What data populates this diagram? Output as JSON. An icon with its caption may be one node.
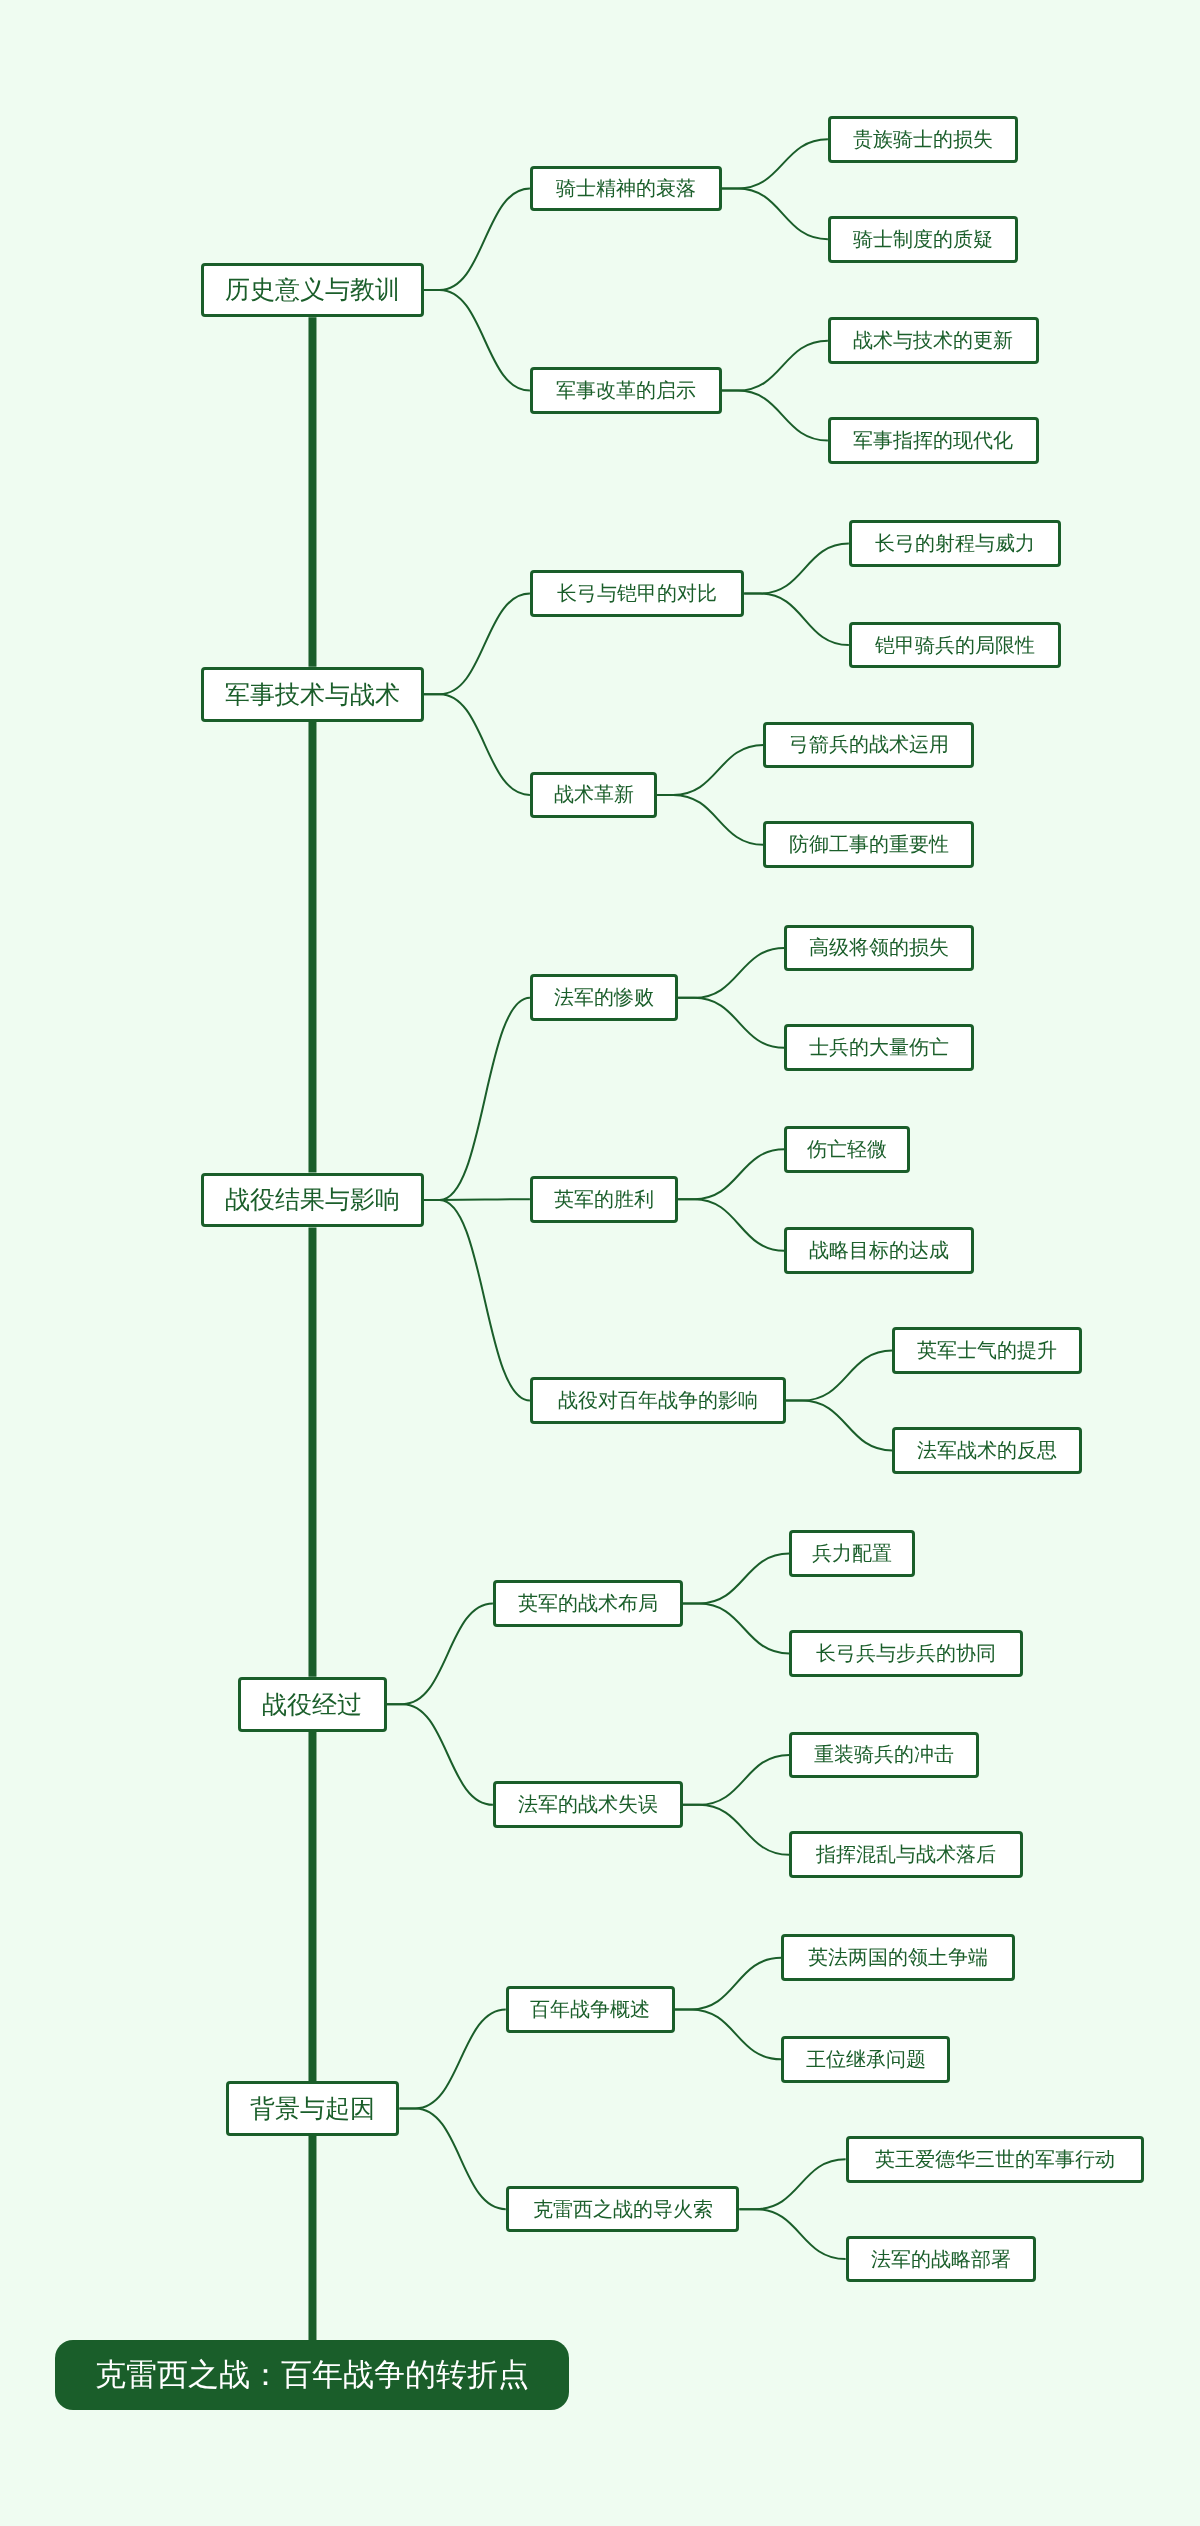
{
  "diagram": {
    "nodes": [
      {
        "text": [
          "历史意义与教训"
        ]
      },
      {
        "text": [
          "骑士精神的衰落"
        ]
      },
      {
        "text": [
          "贵族骑士的损失"
        ]
      },
      {
        "text": [
          "骑士制度的质疑"
        ]
      },
      {
        "text": [
          "军事改革的启示"
        ]
      },
      {
        "text": [
          "战术与技术的更新"
        ]
      },
      {
        "text": [
          "军事指挥的现代化"
        ]
      },
      {
        "text": [
          "军事技术与战术"
        ]
      },
      {
        "text": [
          "长弓与铠甲的对比"
        ]
      },
      {
        "text": [
          "长弓的射程与威力"
        ]
      },
      {
        "text": [
          "铠甲骑兵的局限性"
        ]
      },
      {
        "text": [
          "战术革新"
        ]
      },
      {
        "text": [
          "弓箭兵的战术运用"
        ]
      },
      {
        "text": [
          "防御工事的重要性"
        ]
      },
      {
        "text": [
          "战役结果与影响"
        ]
      },
      {
        "text": [
          "法军的惨败"
        ]
      },
      {
        "text": [
          "高级将领的损失"
        ]
      },
      {
        "text": [
          "士兵的大量伤亡"
        ]
      },
      {
        "text": [
          "英军的胜利"
        ]
      },
      {
        "text": [
          "伤亡轻微"
        ]
      },
      {
        "text": [
          "战略目标的达成"
        ]
      },
      {
        "text": [
          "战役对百年战争的影响"
        ]
      },
      {
        "text": [
          "英军士气的提升"
        ]
      },
      {
        "text": [
          "法军战术的反思"
        ]
      },
      {
        "text": [
          "战役经过"
        ]
      },
      {
        "text": [
          "英军的战术布局"
        ]
      },
      {
        "text": [
          "兵力配置"
        ]
      },
      {
        "text": [
          "长弓兵与步兵的协同"
        ]
      },
      {
        "text": [
          "法军的战术失误"
        ]
      },
      {
        "text": [
          "重装骑兵的冲击"
        ]
      },
      {
        "text": [
          "指挥混乱与战术落后"
        ]
      },
      {
        "text": [
          "背景与起因"
        ]
      },
      {
        "text": [
          "百年战争概述"
        ]
      },
      {
        "text": [
          "英法两国的领土争端"
        ]
      },
      {
        "text": [
          "王位继承问题"
        ]
      },
      {
        "text": [
          "克雷西之战的导火索"
        ]
      },
      {
        "text": [
          "英王爱德华三世的军事行动"
        ]
      },
      {
        "text": [
          "法军的战略部署"
        ]
      },
      {
        "text": [
          "克雷西之战：百年战争的转折点"
        ]
      }
    ],
    "edges": [
      {
        "from": 7,
        "to": 0,
        "arrow": "none",
        "style": "thick"
      },
      {
        "from": 14,
        "to": 7,
        "arrow": "none",
        "style": "thick"
      },
      {
        "from": 24,
        "to": 14,
        "arrow": "none",
        "style": "thick"
      },
      {
        "from": 31,
        "to": 24,
        "arrow": "none",
        "style": "thick"
      },
      {
        "from": 38,
        "to": 31,
        "arrow": "none",
        "style": "thick"
      },
      {
        "from": 0,
        "to": 1,
        "arrow": "none"
      },
      {
        "from": 0,
        "to": 4,
        "arrow": "none"
      },
      {
        "from": 1,
        "to": 2,
        "arrow": "none"
      },
      {
        "from": 1,
        "to": 3,
        "arrow": "none"
      },
      {
        "from": 4,
        "to": 5,
        "arrow": "none"
      },
      {
        "from": 4,
        "to": 6,
        "arrow": "none"
      },
      {
        "from": 7,
        "to": 8,
        "arrow": "none"
      },
      {
        "from": 7,
        "to": 11,
        "arrow": "none"
      },
      {
        "from": 8,
        "to": 9,
        "arrow": "none"
      },
      {
        "from": 8,
        "to": 10,
        "arrow": "none"
      },
      {
        "from": 11,
        "to": 12,
        "arrow": "none"
      },
      {
        "from": 11,
        "to": 13,
        "arrow": "none"
      },
      {
        "from": 14,
        "to": 15,
        "arrow": "none"
      },
      {
        "from": 14,
        "to": 18,
        "arrow": "none"
      },
      {
        "from": 14,
        "to": 21,
        "arrow": "none"
      },
      {
        "from": 15,
        "to": 16,
        "arrow": "none"
      },
      {
        "from": 15,
        "to": 17,
        "arrow": "none"
      },
      {
        "from": 18,
        "to": 19,
        "arrow": "none"
      },
      {
        "from": 18,
        "to": 20,
        "arrow": "none"
      },
      {
        "from": 21,
        "to": 22,
        "arrow": "none"
      },
      {
        "from": 21,
        "to": 23,
        "arrow": "none"
      },
      {
        "from": 24,
        "to": 25,
        "arrow": "none"
      },
      {
        "from": 24,
        "to": 28,
        "arrow": "none"
      },
      {
        "from": 25,
        "to": 26,
        "arrow": "none"
      },
      {
        "from": 25,
        "to": 27,
        "arrow": "none"
      },
      {
        "from": 28,
        "to": 29,
        "arrow": "none"
      },
      {
        "from": 28,
        "to": 30,
        "arrow": "none"
      },
      {
        "from": 31,
        "to": 32,
        "arrow": "none"
      },
      {
        "from": 31,
        "to": 35,
        "arrow": "none"
      },
      {
        "from": 32,
        "to": 33,
        "arrow": "none"
      },
      {
        "from": 32,
        "to": 34,
        "arrow": "none"
      },
      {
        "from": 35,
        "to": 36,
        "arrow": "none"
      },
      {
        "from": 35,
        "to": 37,
        "arrow": "none"
      }
    ]
  }
}
